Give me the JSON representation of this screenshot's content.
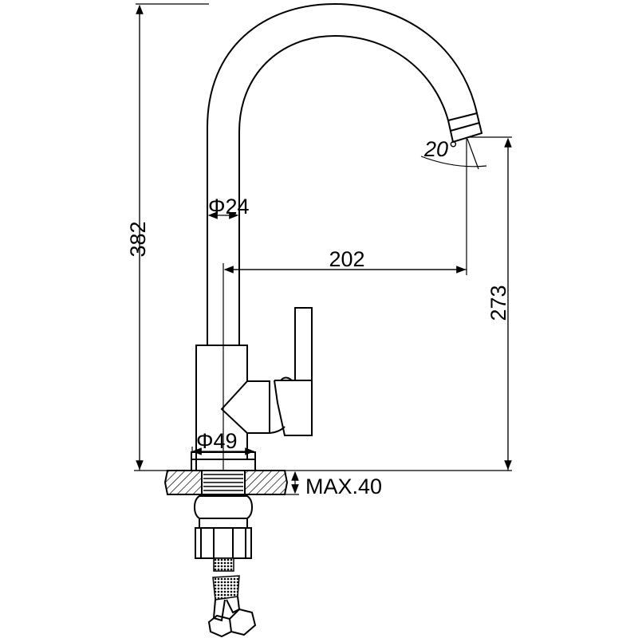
{
  "dimensions": {
    "total_height": "382",
    "spout_height": "273",
    "reach": "202",
    "tube_diameter": "Φ24",
    "base_diameter": "Φ49",
    "max_deck_thickness": "MAX.40",
    "spout_angle": "20°"
  },
  "colors": {
    "line": "#000000",
    "background": "#ffffff"
  }
}
